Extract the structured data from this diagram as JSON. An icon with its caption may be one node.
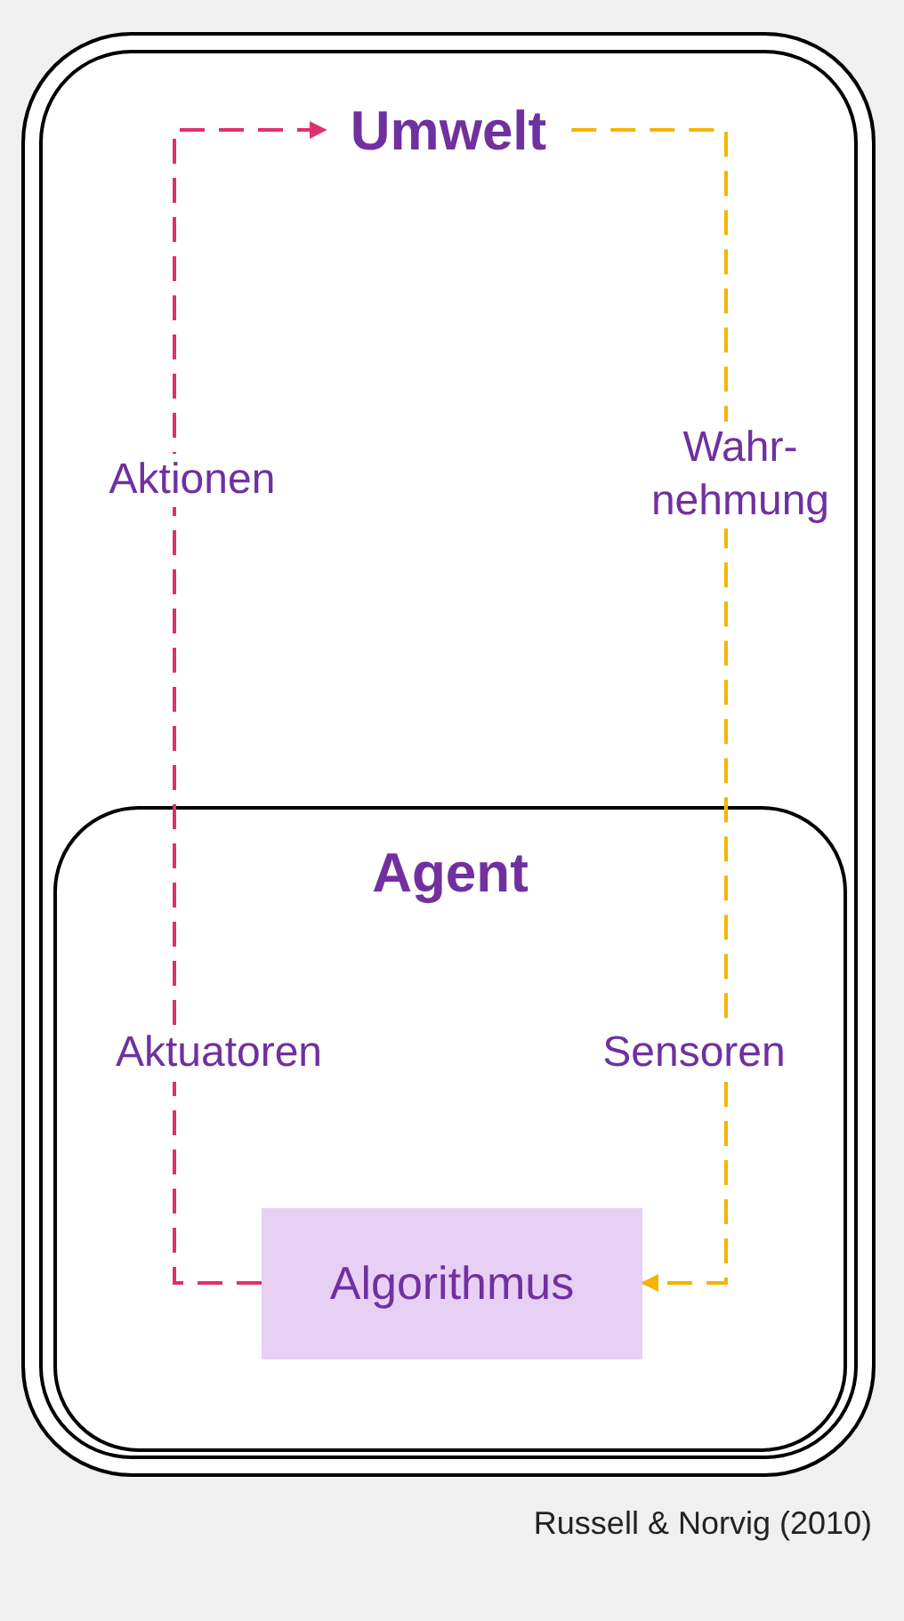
{
  "diagram": {
    "caption": "Russell & Norvig (2010)",
    "nodes": [
      {
        "text": [
          "Umwelt"
        ]
      },
      {
        "text": [
          "Agent"
        ],
        "in": 0
      },
      {
        "text": [
          "Algorithmus"
        ],
        "in": 1
      },
      {
        "text": [
          "Aktuatoren"
        ],
        "in": 1
      },
      {
        "text": [
          "Sensoren"
        ],
        "in": 1
      }
    ],
    "edges": [
      {
        "from": 2,
        "to": 3,
        "arrow": "none",
        "style": "dashed",
        "color": "#e0306a"
      },
      {
        "from": 3,
        "to": 0,
        "arrow": "to",
        "label": "Aktionen",
        "style": "dashed",
        "color": "#e0306a"
      },
      {
        "from": 0,
        "to": 4,
        "arrow": "none",
        "label": "Wahr- nehmung",
        "style": "dashed",
        "color": "#f5b400"
      },
      {
        "from": 4,
        "to": 2,
        "arrow": "to",
        "style": "dashed",
        "color": "#f5b400"
      }
    ]
  }
}
